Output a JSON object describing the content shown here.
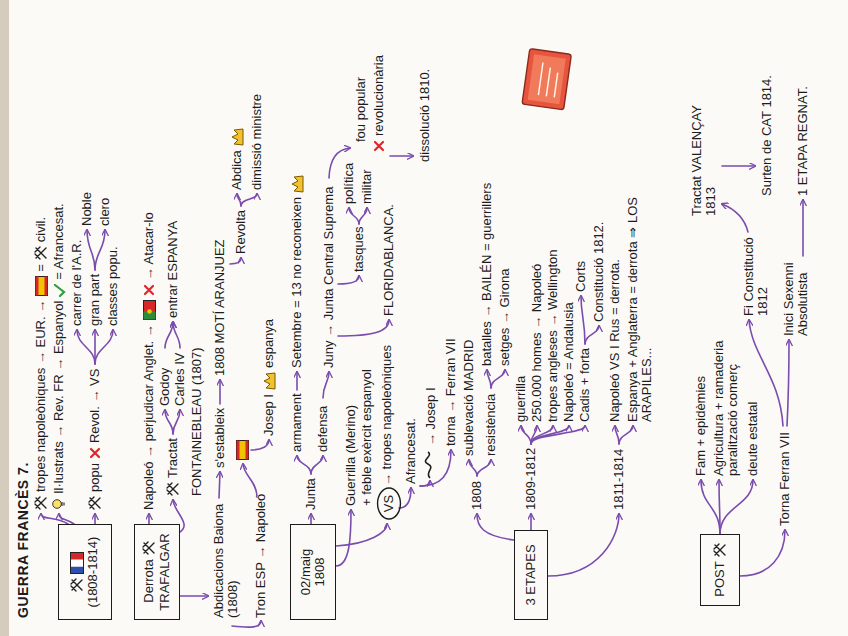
{
  "diagram": {
    "title": "GUERRA FRANCÈS 7.",
    "nodes": [
      {
        "text": [
          "(1808-1814)"
        ]
      },
      {
        "text": [
          "Derrota",
          "TRAFALGAR"
        ]
      },
      {
        "text": [
          "02/maig 1808"
        ]
      },
      {
        "text": [
          "VS"
        ]
      },
      {
        "text": [
          "3 ETAPES"
        ]
      },
      {
        "text": [
          "POST"
        ]
      }
    ],
    "labels": [
      "tropes napoleòniques → EUR. →",
      "=",
      "civil.",
      "Il·lustrats → Rev. FR → Espanyol",
      "= Afrancesat.",
      "popu",
      "Revol. → VS",
      "carrer de l'A.R.",
      "gran part",
      "Noble",
      "clero",
      "classes popu.",
      "Napoleó → perjudicar Anglet. →",
      "→ Atacar-lo",
      "Tractat",
      "FONTAINEBLEAU (1807)",
      "Godoy",
      "Carles IV",
      "entrar ESPANYA",
      "Abdicacions Baiona (1808)",
      "Tron ESP → Napoleó",
      "s'estableix",
      "1808 MOTÍ ARANJUEZ",
      "Josep I",
      "espanya",
      "Revolta",
      "Abdica",
      "dimissió ministre",
      "Junta",
      "armament",
      "defensa",
      "Setembre = 13 no reconeixen",
      "Juny → Junta Central Suprema",
      "tasques",
      "política",
      "militar",
      "FLORIDABLANCA.",
      "fou popular",
      "revolucionària",
      "dissolució 1810.",
      "Guerrilla (Merino)",
      "+ feble exèrcit espanyol",
      "→ tropes napoleòniques",
      "Afrancesat.",
      "→ Josep I",
      "torna → Ferran VII",
      "1808",
      "sublevació MADRID",
      "resistència",
      "batalles → BAILÉN = guerrillers",
      "setges → Girona",
      "1809-1812",
      "guerrilla",
      "250.000 homes → Napoleó",
      "tropes angleses → Wellington",
      "Napoleó = Andalusia",
      "Cadis + forta",
      "Corts",
      "Constitució 1812.",
      "1811-1814",
      "Napoleó VS I Rus = derrota.",
      "Espanya + Anglaterra = derrota ⇒ LOS ARAPILES...",
      "Fam + epidèmies",
      "Agricultura + ramaderia paralització comerç",
      "deute estatal",
      "Torna Ferran VII",
      "Fi Constitució 1812",
      "Tractat VALENÇAY 1813",
      "Surten de CAT 1814.",
      "Inici Sexenni Absolutista",
      "1 ETAPA REGNAT."
    ]
  }
}
